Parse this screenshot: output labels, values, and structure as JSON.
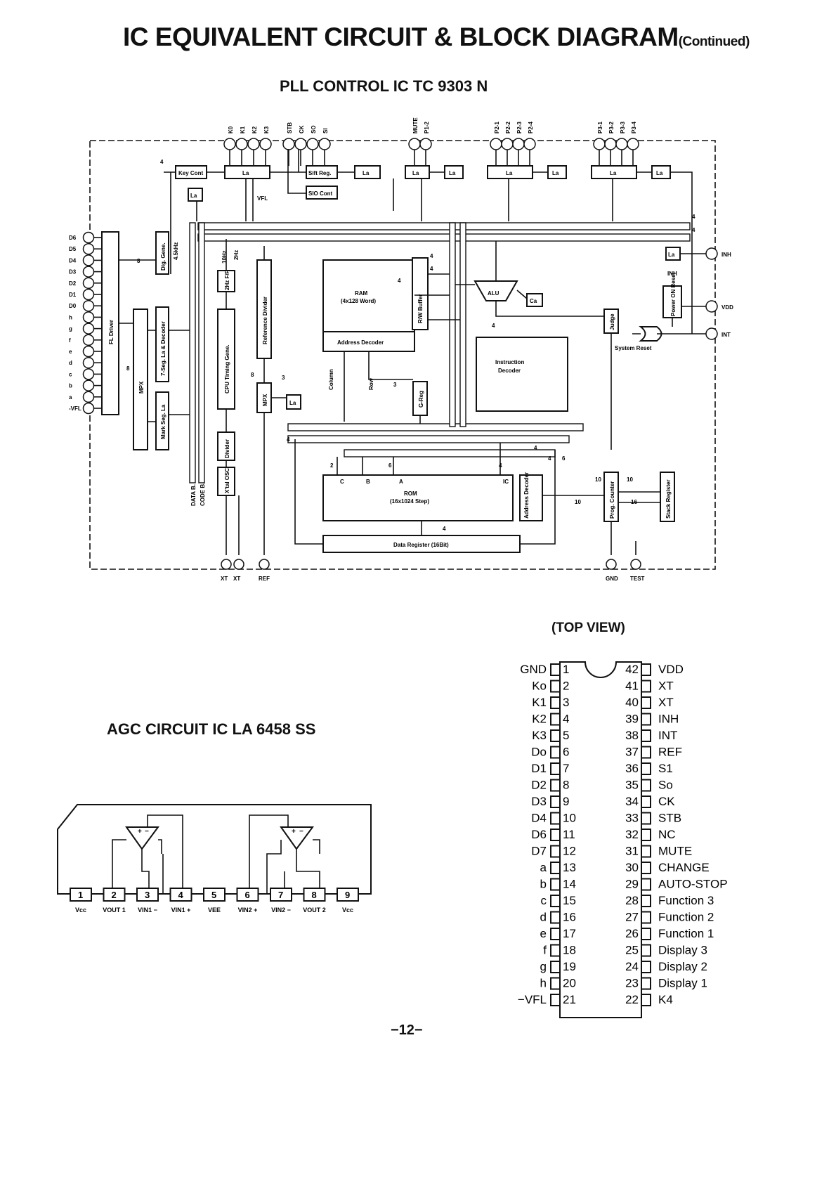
{
  "page": {
    "title": "IC EQUIVALENT CIRCUIT & BLOCK DIAGRAM",
    "title_suffix": "(Continued)",
    "page_number": "−12−"
  },
  "pll": {
    "title": "PLL CONTROL IC TC 9303 N",
    "top_pins": [
      "K0",
      "K1",
      "K2",
      "K3",
      "STB",
      "CK",
      "SO",
      "SI",
      "MUTE",
      "P1-2",
      "P2-1",
      "P2-2",
      "P2-3",
      "P2-4",
      "P3-1",
      "P3-2",
      "P3-3",
      "P3-4"
    ],
    "left_pins": [
      "D6",
      "D5",
      "D4",
      "D3",
      "D2",
      "D1",
      "D0",
      "h",
      "g",
      "f",
      "e",
      "d",
      "c",
      "b",
      "a",
      "-VFL"
    ],
    "right_pins": [
      "INH",
      "VDD",
      "INT"
    ],
    "bottom_pins": [
      "XT",
      "XT",
      "REF",
      "GND",
      "TEST"
    ],
    "blocks": {
      "key_cont": "Key Cont",
      "la": "La",
      "sift_reg": "Sift Reg.",
      "sio_cont": "SIO Cont",
      "fl_driver": "FL Driver",
      "mpx": "MPX",
      "dig_gene": "Dig. Gene.",
      "seg_decoder": "7-Seg. La & Decoder",
      "mark_seg": "Mark Seg. La",
      "ff": "2Hz F/F",
      "cpu_timing": "CPU Timing Gene.",
      "divider": "Divider",
      "xtal_osc": "X'tal OSC",
      "ref_divider": "Reference Divider",
      "ram": "RAM",
      "ram_sub": "(4x128 Word)",
      "address_decoder": "Address Decoder",
      "rw_buffer": "R/W Buffer",
      "alu": "ALU",
      "ca": "Ca",
      "judge": "Judge",
      "power_on_reset": "Power ON Reset",
      "system_reset": "System Reset",
      "instruction_decoder_1": "Instruction",
      "instruction_decoder_2": "Decoder",
      "g_reg": "G-Reg",
      "rom": "ROM",
      "rom_sub": "(16x1024 Step)",
      "rom_address_decoder": "Address Decoder",
      "prog_counter": "Prog. Counter",
      "stack_register": "Stack Register",
      "data_register": "Data Register (16Bit)"
    },
    "signals": {
      "vfl": "VFL",
      "4_5khz": "4.5kHz",
      "10hz": "10Hz",
      "2hz": "2Hz",
      "data_b": "DATA B.",
      "code_b": "CODE B.",
      "column": "Column",
      "row": "Row",
      "inh": "INH",
      "rom_c": "C",
      "rom_b": "B",
      "rom_a": "A",
      "rom_ic": "IC"
    },
    "bus_widths": [
      "4",
      "4",
      "4",
      "8",
      "8",
      "8",
      "3",
      "3",
      "4",
      "4",
      "4",
      "4",
      "2",
      "6",
      "4",
      "4",
      "6",
      "10",
      "10",
      "10",
      "16",
      "4",
      "4",
      "4"
    ]
  },
  "agc": {
    "title": "AGC CIRCUIT IC LA 6458 SS",
    "pins": [
      {
        "num": "1",
        "label": "Vcc"
      },
      {
        "num": "2",
        "label": "VOUT 1"
      },
      {
        "num": "3",
        "label": "VIN1 −"
      },
      {
        "num": "4",
        "label": "VIN1 +"
      },
      {
        "num": "5",
        "label": "VEE"
      },
      {
        "num": "6",
        "label": "VIN2 +"
      },
      {
        "num": "7",
        "label": "VIN2 −"
      },
      {
        "num": "8",
        "label": "VOUT 2"
      },
      {
        "num": "9",
        "label": "Vcc"
      }
    ],
    "opamp_plus": "+",
    "opamp_minus": "−"
  },
  "pinout": {
    "title": "(TOP VIEW)",
    "left": [
      {
        "num": "1",
        "label": "GND"
      },
      {
        "num": "2",
        "label": "Ko"
      },
      {
        "num": "3",
        "label": "K1"
      },
      {
        "num": "4",
        "label": "K2"
      },
      {
        "num": "5",
        "label": "K3"
      },
      {
        "num": "6",
        "label": "Do"
      },
      {
        "num": "7",
        "label": "D1"
      },
      {
        "num": "8",
        "label": "D2"
      },
      {
        "num": "9",
        "label": "D3"
      },
      {
        "num": "10",
        "label": "D4"
      },
      {
        "num": "11",
        "label": "D6"
      },
      {
        "num": "12",
        "label": "D7"
      },
      {
        "num": "13",
        "label": "a"
      },
      {
        "num": "14",
        "label": "b"
      },
      {
        "num": "15",
        "label": "c"
      },
      {
        "num": "16",
        "label": "d"
      },
      {
        "num": "17",
        "label": "e"
      },
      {
        "num": "18",
        "label": "f"
      },
      {
        "num": "19",
        "label": "g"
      },
      {
        "num": "20",
        "label": "h"
      },
      {
        "num": "21",
        "label": "−VFL"
      }
    ],
    "right": [
      {
        "num": "42",
        "label": "VDD"
      },
      {
        "num": "41",
        "label": "XT"
      },
      {
        "num": "40",
        "label": "XT"
      },
      {
        "num": "39",
        "label": "INH"
      },
      {
        "num": "38",
        "label": "INT"
      },
      {
        "num": "37",
        "label": "REF"
      },
      {
        "num": "36",
        "label": "S1"
      },
      {
        "num": "35",
        "label": "So"
      },
      {
        "num": "34",
        "label": "CK"
      },
      {
        "num": "33",
        "label": "STB"
      },
      {
        "num": "32",
        "label": "NC"
      },
      {
        "num": "31",
        "label": "MUTE"
      },
      {
        "num": "30",
        "label": "CHANGE"
      },
      {
        "num": "29",
        "label": "AUTO-STOP"
      },
      {
        "num": "28",
        "label": "Function 3"
      },
      {
        "num": "27",
        "label": "Function 2"
      },
      {
        "num": "26",
        "label": "Function 1"
      },
      {
        "num": "25",
        "label": "Display 3"
      },
      {
        "num": "24",
        "label": "Display 2"
      },
      {
        "num": "23",
        "label": "Display 1"
      },
      {
        "num": "22",
        "label": "K4"
      }
    ]
  }
}
